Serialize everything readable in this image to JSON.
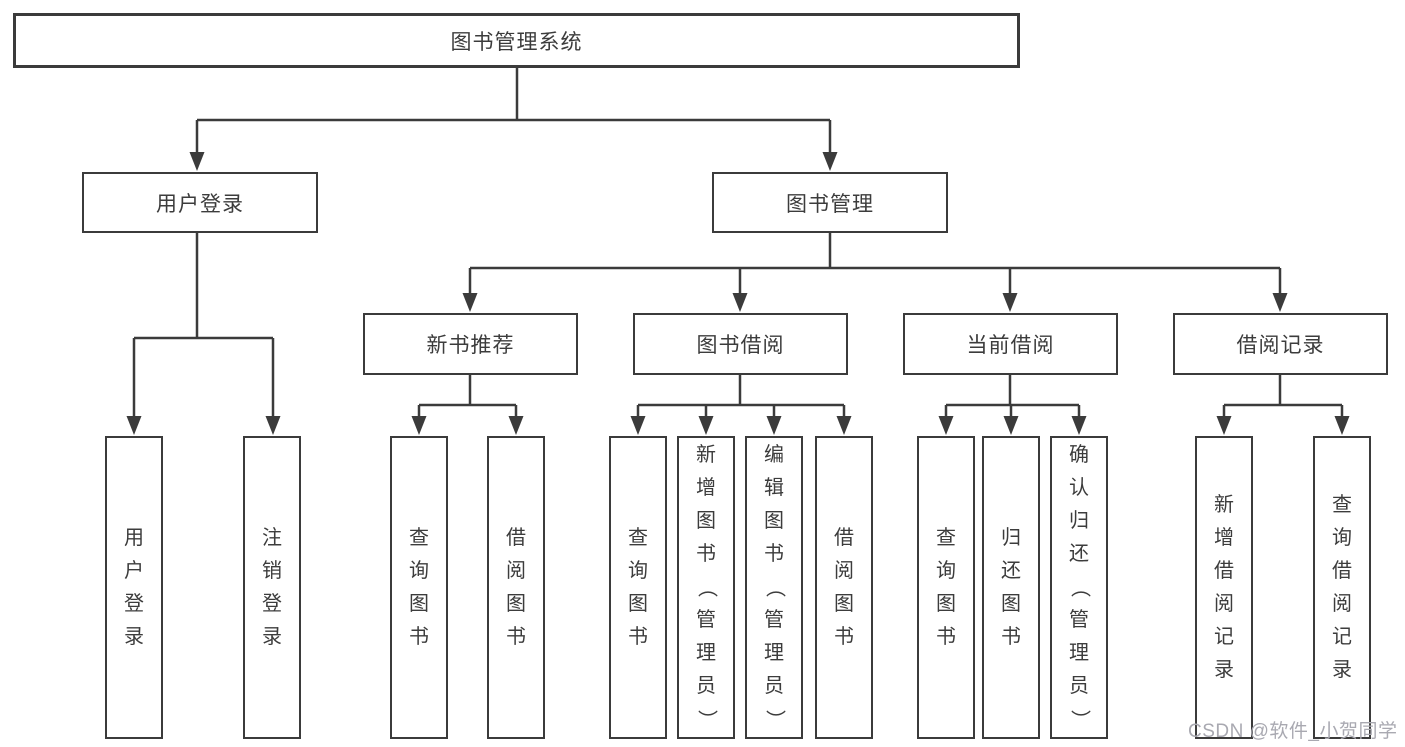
{
  "diagram_title": "图书管理系统",
  "watermark": "CSDN @软件_小贺同学",
  "colors": {
    "line": "#3b3b3b",
    "box_border": "#3b3b3b",
    "text": "#3c3c3c",
    "watermark": "#a9a9b1",
    "background": "#ffffff"
  },
  "tree": {
    "root": {
      "id": "library-management-system",
      "label": "图书管理系统"
    },
    "level2": [
      {
        "id": "user-login",
        "label": "用户登录",
        "parent": "library-management-system"
      },
      {
        "id": "book-management",
        "label": "图书管理",
        "parent": "library-management-system"
      }
    ],
    "level3": [
      {
        "id": "new-book-recommend",
        "label": "新书推荐",
        "parent": "book-management"
      },
      {
        "id": "book-borrow",
        "label": "图书借阅",
        "parent": "book-management"
      },
      {
        "id": "current-borrow",
        "label": "当前借阅",
        "parent": "book-management"
      },
      {
        "id": "borrow-records",
        "label": "借阅记录",
        "parent": "book-management"
      }
    ],
    "leaves": [
      {
        "id": "leaf-user-login",
        "label": "用户登录",
        "parent": "user-login"
      },
      {
        "id": "leaf-logout",
        "label": "注销登录",
        "parent": "user-login"
      },
      {
        "id": "leaf-query-books-recommend",
        "label": "查询图书",
        "parent": "new-book-recommend"
      },
      {
        "id": "leaf-borrow-books-recommend",
        "label": "借阅图书",
        "parent": "new-book-recommend"
      },
      {
        "id": "leaf-query-books-borrow",
        "label": "查询图书",
        "parent": "book-borrow"
      },
      {
        "id": "leaf-add-book-admin",
        "label": "新增图书（管理员）",
        "parent": "book-borrow"
      },
      {
        "id": "leaf-edit-book-admin",
        "label": "编辑图书（管理员）",
        "parent": "book-borrow"
      },
      {
        "id": "leaf-borrow-books",
        "label": "借阅图书",
        "parent": "book-borrow"
      },
      {
        "id": "leaf-query-books-current",
        "label": "查询图书",
        "parent": "current-borrow"
      },
      {
        "id": "leaf-return-book",
        "label": "归还图书",
        "parent": "current-borrow"
      },
      {
        "id": "leaf-confirm-return-admin",
        "label": "确认归还（管理员）",
        "parent": "current-borrow"
      },
      {
        "id": "leaf-add-borrow-record",
        "label": "新增借阅记录",
        "parent": "borrow-records"
      },
      {
        "id": "leaf-query-borrow-record",
        "label": "查询借阅记录",
        "parent": "borrow-records"
      }
    ]
  }
}
